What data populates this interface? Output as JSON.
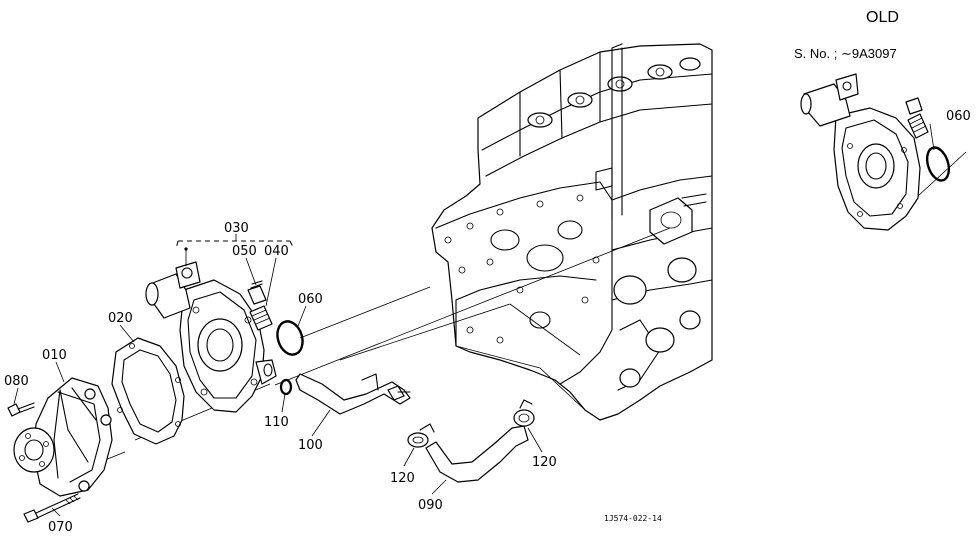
{
  "header": {
    "variant_label": "OLD",
    "serial_note": "S. No. ; ∼9A3097"
  },
  "diagram_code": "1J574-022-14",
  "callouts": {
    "p010": "010",
    "p020": "020",
    "p030": "030",
    "p040": "040",
    "p050": "050",
    "p060": "060",
    "p060_old": "060",
    "p070": "070",
    "p080": "080",
    "p090": "090",
    "p100": "100",
    "p110": "110",
    "p120_left": "120",
    "p120_right": "120"
  }
}
